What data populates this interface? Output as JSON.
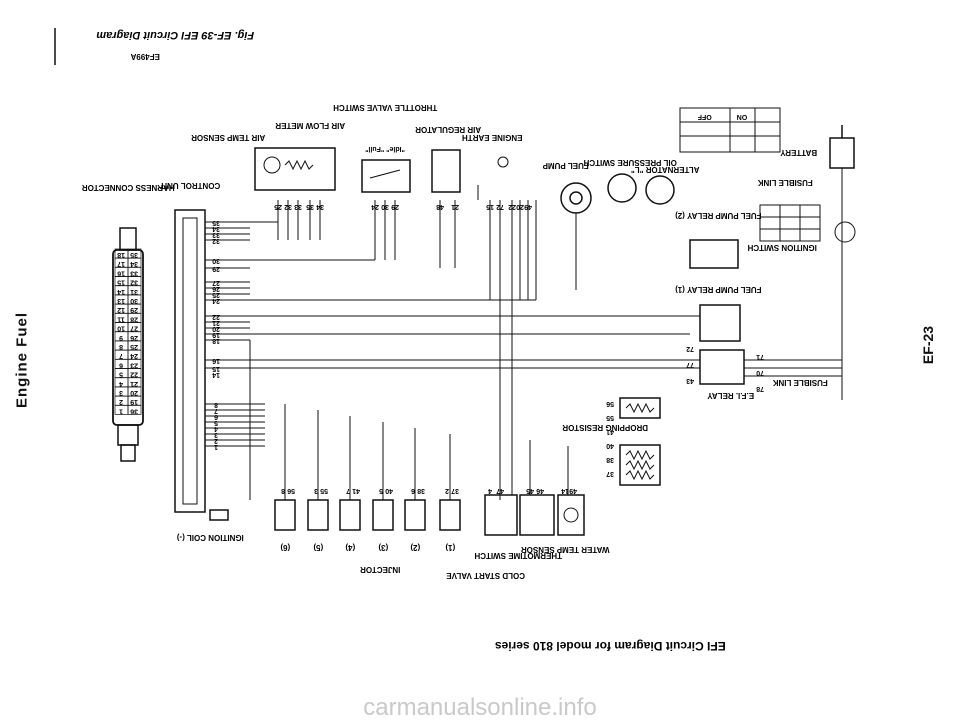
{
  "side_heading": "Engine Fuel",
  "page_number": "EF-23",
  "watermark": "carmanualsonline.info",
  "title": "EFI Circuit Diagram for model 810 series",
  "figure": {
    "caption": "Fig. EF-39 EFI Circuit Diagram",
    "code": "EF499A"
  },
  "labels": {
    "control_unit": "CONTROL UNIT",
    "harness_connector": "HARNESS CONNECTOR",
    "air_flow_meter": "AIR FLOW METER",
    "air_temp_sensor": "AIR TEMP SENSOR",
    "throttle_valve_switch": "THROTTLE VALVE SWITCH",
    "throttle_positions": "\"Idle\" \"Full\"",
    "air_regulator": "AIR REGULATOR",
    "engine_earth": "ENGINE EARTH",
    "fuel_pump": "FUEL PUMP",
    "oil_pressure_switch": "OIL PRESSURE SWITCH",
    "alternator": "ALTERNATOR \"L\"",
    "battery": "BATTERY",
    "fusible_link": "FUSIBLE LINK",
    "ignition_switch": "IGNITION SWITCH",
    "fuel_pump_relay_2": "FUEL PUMP RELAY (2)",
    "fuel_pump_relay_1": "FUEL PUMP RELAY (1)",
    "efi_relay": "E.F.I. RELAY",
    "dropping_resistor": "DROPPING RESISTOR",
    "injector": "INJECTOR",
    "cold_start_valve": "COLD START VALVE",
    "thermotime_switch": "THERMOTIME SWITCH",
    "water_temp_sensor": "WATER TEMP SENSOR",
    "ignition_coil": "IGNITION COIL (-)",
    "table_off": "OFF",
    "table_on": "ON"
  },
  "harness_pins": [
    "18",
    "17",
    "16",
    "15",
    "14",
    "13",
    "12",
    "11",
    "10",
    "9",
    "8",
    "7",
    "6",
    "5",
    "4",
    "3",
    "2",
    "1"
  ],
  "harness_pins_right": [
    "35",
    "34",
    "33",
    "32",
    "31",
    "30",
    "29",
    "28",
    "27",
    "26",
    "25",
    "24",
    "23",
    "22",
    "21",
    "20",
    "19",
    "36"
  ],
  "terminals_top": [
    "25",
    "32",
    "33",
    "35",
    "34",
    "24",
    "30",
    "29",
    "48",
    "21",
    "15",
    "72",
    "22",
    "20",
    "49"
  ],
  "terminals_left": [
    "35",
    "34",
    "33",
    "32",
    "30",
    "29",
    "27",
    "26",
    "25",
    "24",
    "22",
    "21",
    "20",
    "19",
    "18",
    "16",
    "15",
    "14"
  ],
  "terminals_left_lower": [
    "8",
    "7",
    "6",
    "5",
    "4",
    "3",
    "2",
    "1"
  ],
  "terminals_bottom": [
    "8",
    "56",
    "3",
    "55",
    "7",
    "41",
    "5",
    "40",
    "6",
    "38",
    "2",
    "37",
    "4",
    "47",
    "45",
    "46",
    "14",
    "49"
  ],
  "injector_numbers": [
    "(6)",
    "(5)",
    "(4)",
    "(3)",
    "(2)",
    "(1)"
  ],
  "relay_terminals": [
    "72",
    "71",
    "77",
    "70",
    "43",
    "78"
  ],
  "resistor_terminals": [
    "56",
    "55",
    "41",
    "40",
    "38",
    "37"
  ]
}
